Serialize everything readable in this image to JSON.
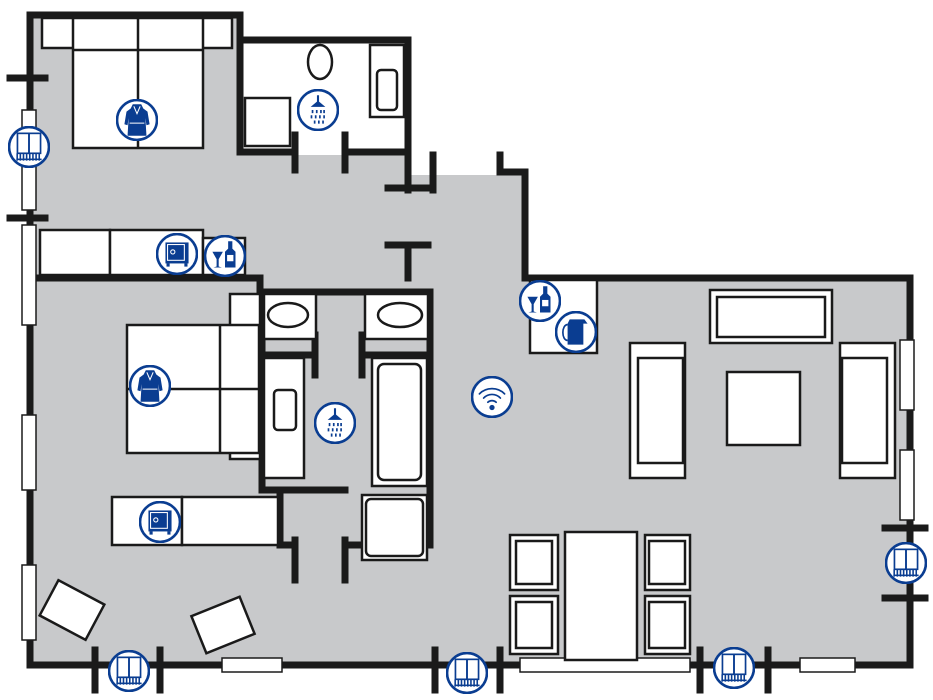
{
  "floor_plan": {
    "colors": {
      "floor": "#c8c9cb",
      "walls": "#1a1a1a",
      "icon_blue": "#0a3d91",
      "background": "#ffffff"
    },
    "rooms": [
      "bedroom-1",
      "bathroom-1",
      "corridor",
      "bedroom-2",
      "bathroom-2",
      "living-room"
    ],
    "icons": [
      "radiator-icon",
      "bathrobe-icon",
      "shower-icon",
      "safe-icon",
      "minibar-icon",
      "kettle-icon",
      "wifi-icon"
    ]
  }
}
